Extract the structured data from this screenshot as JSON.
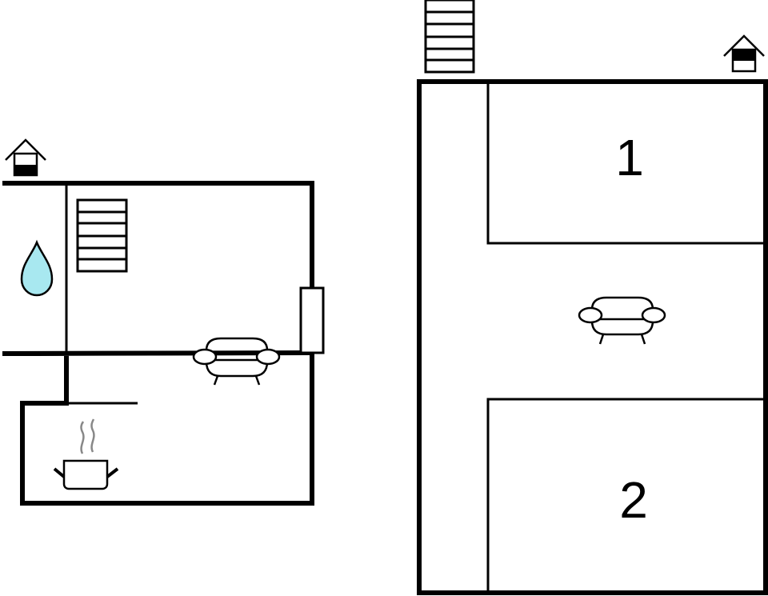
{
  "diagram": {
    "type": "floor-plan",
    "colors": {
      "wall": "#000000",
      "background": "#ffffff",
      "water_drop": "#a8e8f0",
      "steam": "#888888"
    },
    "floors": [
      {
        "name": "ground-floor",
        "rooms": [
          "bathroom",
          "living-area",
          "kitchen"
        ],
        "icons": [
          "entrance-icon",
          "stairs-icon",
          "water-drop-icon",
          "sofa-icon",
          "cooking-pot-icon",
          "window-icon"
        ]
      },
      {
        "name": "upper-floor",
        "rooms": [
          {
            "id": "bedroom-1",
            "label": "1"
          },
          {
            "id": "bedroom-2",
            "label": "2"
          },
          {
            "id": "hallway-living",
            "label": ""
          }
        ],
        "icons": [
          "entrance-icon",
          "stairs-icon",
          "sofa-icon"
        ]
      }
    ],
    "labels": {
      "room1": "1",
      "room2": "2"
    }
  }
}
